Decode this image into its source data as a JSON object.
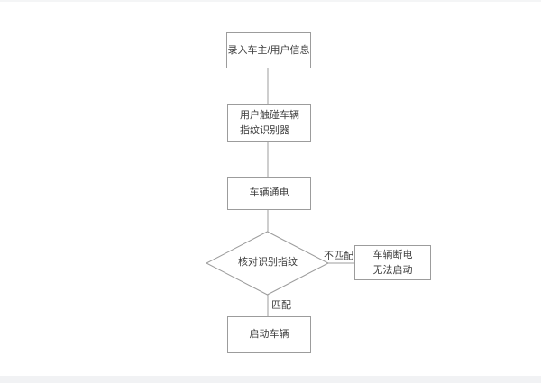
{
  "nodes": {
    "start": {
      "label": "录入车主/用户信息"
    },
    "touch_sensor": {
      "line1": "用户触碰车辆",
      "line2": "指纹识别器"
    },
    "power_on": {
      "label": "车辆通电"
    },
    "verify": {
      "label": "核对识别指纹"
    },
    "power_off": {
      "line1": "车辆断电",
      "line2": "无法启动"
    },
    "start_vehicle": {
      "label": "启动车辆"
    }
  },
  "edge_labels": {
    "no_match": "不匹配",
    "match": "匹配"
  },
  "colors": {
    "background": "#ffffff",
    "node_border": "#9c9c9c",
    "connector": "#9c9c9c",
    "text": "#3d3d3d",
    "bottom_bar": "#f1f2f4"
  }
}
